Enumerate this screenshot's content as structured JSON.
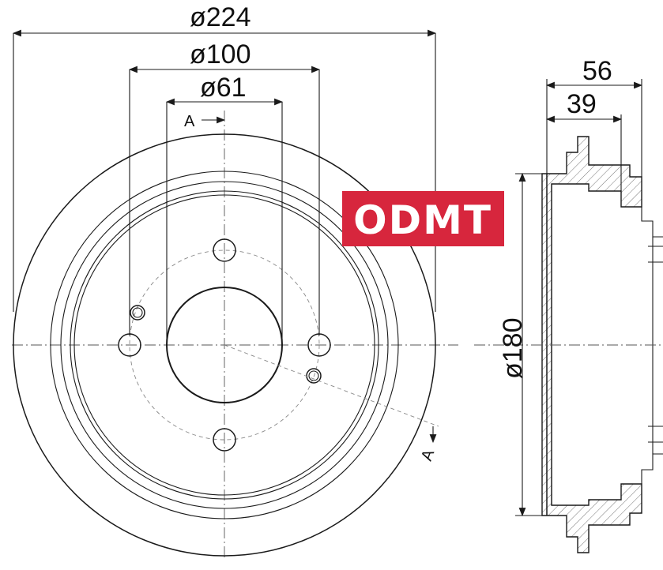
{
  "dimensions": {
    "outer_diameter": "ø224",
    "bolt_circle": "ø100",
    "center_bore": "ø61",
    "inner_diameter": "ø180",
    "total_height": "56",
    "flange_height": "39"
  },
  "section": {
    "label_top": "A",
    "label_bottom": "A"
  },
  "logo": {
    "text": "ODMT",
    "color": "#d7263d"
  }
}
